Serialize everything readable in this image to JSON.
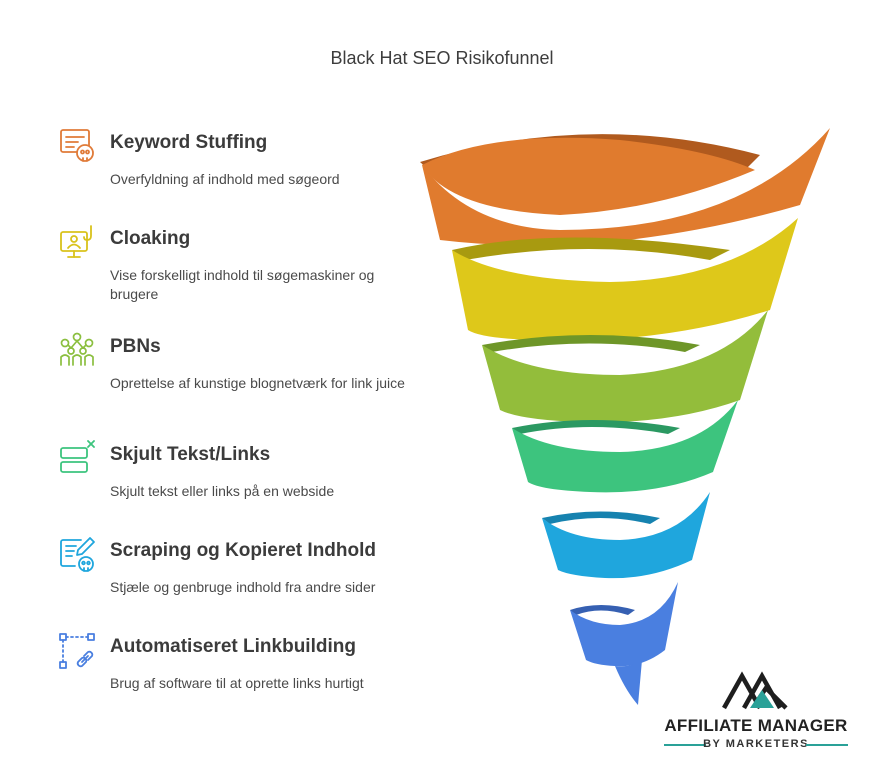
{
  "title": "Black Hat SEO Risikofunnel",
  "items": [
    {
      "heading": "Keyword Stuffing",
      "description": "Overfyldning af indhold med søgeord",
      "icon": "document-skull-icon",
      "color": "#E07B39"
    },
    {
      "heading": "Cloaking",
      "description": "Vise forskelligt indhold til søgemaskiner og brugere",
      "icon": "monitor-user-hook-icon",
      "color": "#D9C21C"
    },
    {
      "heading": "PBNs",
      "description": "Oprettelse af kunstige blognetværk for link juice",
      "icon": "network-people-icon",
      "color": "#8BBF3F"
    },
    {
      "heading": "Skjult Tekst/Links",
      "description": "Skjult tekst eller links på en webside",
      "icon": "hidden-fields-icon",
      "color": "#3DC47E"
    },
    {
      "heading": "Scraping og Kopieret Indhold",
      "description": "Stjæle og genbruge indhold fra andre sider",
      "icon": "edit-document-skull-icon",
      "color": "#1FA6DD"
    },
    {
      "heading": "Automatiseret Linkbuilding",
      "description": "Brug af software til at oprette links hurtigt",
      "icon": "link-nodes-icon",
      "color": "#4A7FE0"
    }
  ],
  "funnel_colors": [
    "#E07B2E",
    "#DEC81A",
    "#93BD3B",
    "#3DC47E",
    "#1FA6DD",
    "#4A7FE0"
  ],
  "logo": {
    "brand": "AFFILIATE MANAGER",
    "sub": "BY MARKETERS",
    "accent": "#2AA198"
  }
}
